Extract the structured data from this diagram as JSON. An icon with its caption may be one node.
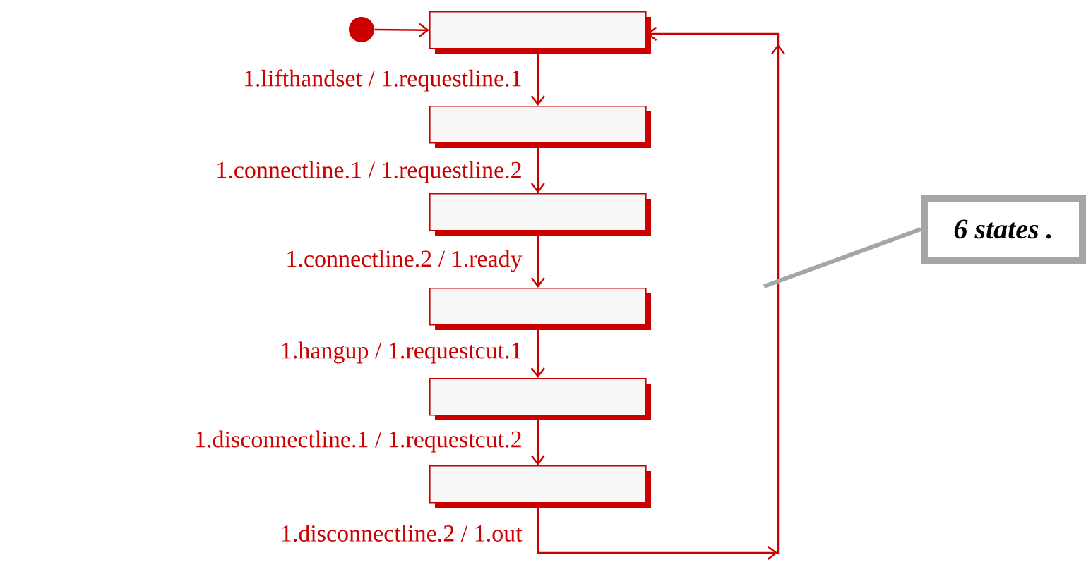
{
  "diagram": {
    "nodes": [
      {
        "text": [],
        "shape": "circle"
      },
      {
        "text": [],
        "shape": "box"
      },
      {
        "text": [],
        "shape": "box"
      },
      {
        "text": [],
        "shape": "box"
      },
      {
        "text": [],
        "shape": "box"
      },
      {
        "text": [],
        "shape": "box"
      },
      {
        "text": [],
        "shape": "box"
      },
      {
        "text": [
          "6 states ."
        ]
      }
    ],
    "edges": [
      {
        "from": 0,
        "to": 1,
        "arrow": "to"
      },
      {
        "from": 1,
        "to": 2,
        "arrow": "to",
        "label": "1.lifthandset / 1.requestline.1"
      },
      {
        "from": 2,
        "to": 3,
        "arrow": "to",
        "label": "1.connectline.1 / 1.requestline.2"
      },
      {
        "from": 3,
        "to": 4,
        "arrow": "to",
        "label": "1.connectline.2 / 1.ready"
      },
      {
        "from": 4,
        "to": 5,
        "arrow": "to",
        "label": "1.hangup / 1.requestcut.1"
      },
      {
        "from": 5,
        "to": 6,
        "arrow": "to",
        "label": "1.disconnectline.1 / 1.requestcut.2"
      },
      {
        "from": 6,
        "to": 1,
        "arrow": "to",
        "label": "1.disconnectline.2 / 1.out"
      },
      {
        "from": 7,
        "to": null,
        "arrow": "none",
        "color": "#a6a6a6",
        "style": "thick"
      }
    ]
  }
}
